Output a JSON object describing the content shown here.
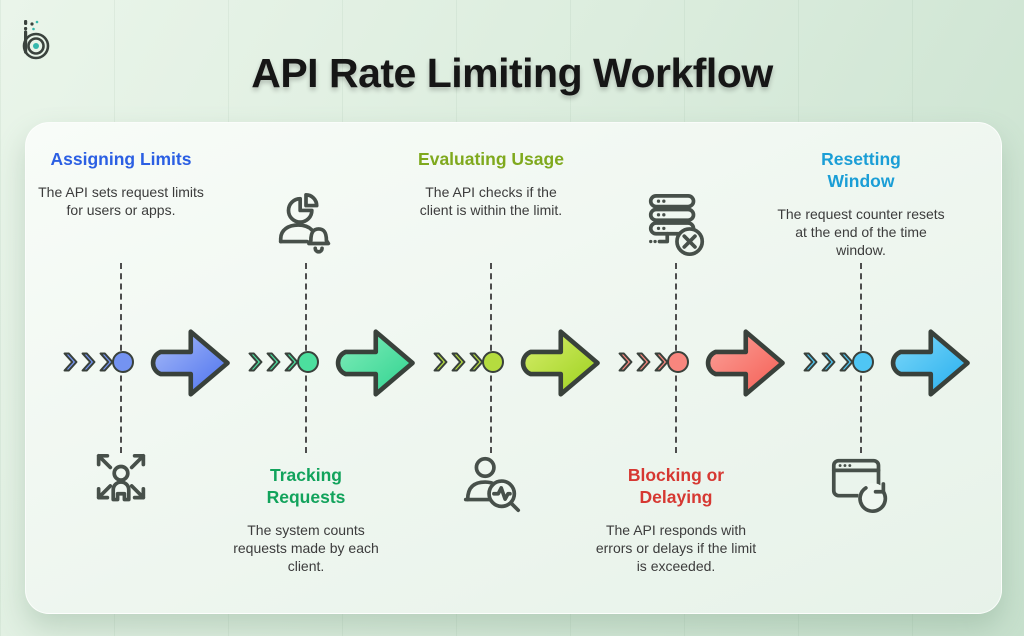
{
  "header": {
    "title": "API Rate Limiting Workflow"
  },
  "brand": {
    "logo": "b-mark"
  },
  "stages": [
    {
      "title": "Assigning Limits",
      "description": "The API sets request limits for users or apps.",
      "accent": "#2b5fe3",
      "arrow_color": "#4a70ee",
      "icon": "user-expand-icon",
      "icon_position": "bottom",
      "text_position": "top"
    },
    {
      "title": "Tracking Requests",
      "description": "The system counts requests made by each client.",
      "accent": "#12a35c",
      "arrow_color": "#2ed28f",
      "icon": "user-pie-bell-icon",
      "icon_position": "top",
      "text_position": "bottom"
    },
    {
      "title": "Evaluating Usage",
      "description": "The API checks if the client is within the limit.",
      "accent": "#7fa91d",
      "arrow_color": "#9bd11c",
      "icon": "user-search-icon",
      "icon_position": "bottom",
      "text_position": "top"
    },
    {
      "title": "Blocking or Delaying",
      "description": "The API responds with errors or delays if the limit is exceeded.",
      "accent": "#d63832",
      "arrow_color": "#f55c52",
      "icon": "server-error-icon",
      "icon_position": "top",
      "text_position": "bottom"
    },
    {
      "title": "Resetting Window",
      "description": "The request counter resets at the end of the time window.",
      "accent": "#1b9ed6",
      "arrow_color": "#25aeee",
      "icon": "window-refresh-icon",
      "icon_position": "bottom",
      "text_position": "top"
    }
  ],
  "flow": {
    "outline_color": "#39413b",
    "chevron_colors": [
      "#7493f1",
      "#4cdf9e",
      "#b5dc3f",
      "#f8867e",
      "#4fc6f4"
    ]
  }
}
